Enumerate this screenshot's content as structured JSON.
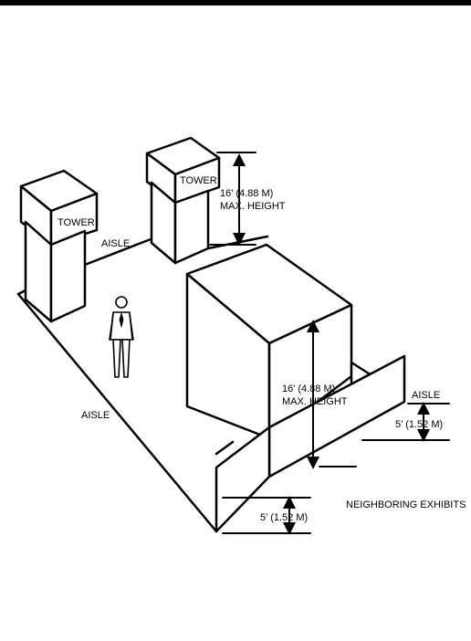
{
  "colors": {
    "ink": "#000000",
    "paper": "#ffffff"
  },
  "labels": {
    "tower_left": "TOWER",
    "tower_center": "TOWER",
    "aisle_back": "AISLE",
    "aisle_left": "AISLE",
    "aisle_right": "AISLE",
    "tower_height_value": "16’ (4.88 M)",
    "tower_height_caption": "MAX. HEIGHT",
    "block_height_value": "16’ (4.88 M)",
    "block_height_caption": "MAX. HEIGHT",
    "wall_right_height": "5’ (1.52 M)",
    "wall_front_height": "5’ (1.52 M)",
    "neighboring": "NEIGHBORING EXHIBITS"
  }
}
